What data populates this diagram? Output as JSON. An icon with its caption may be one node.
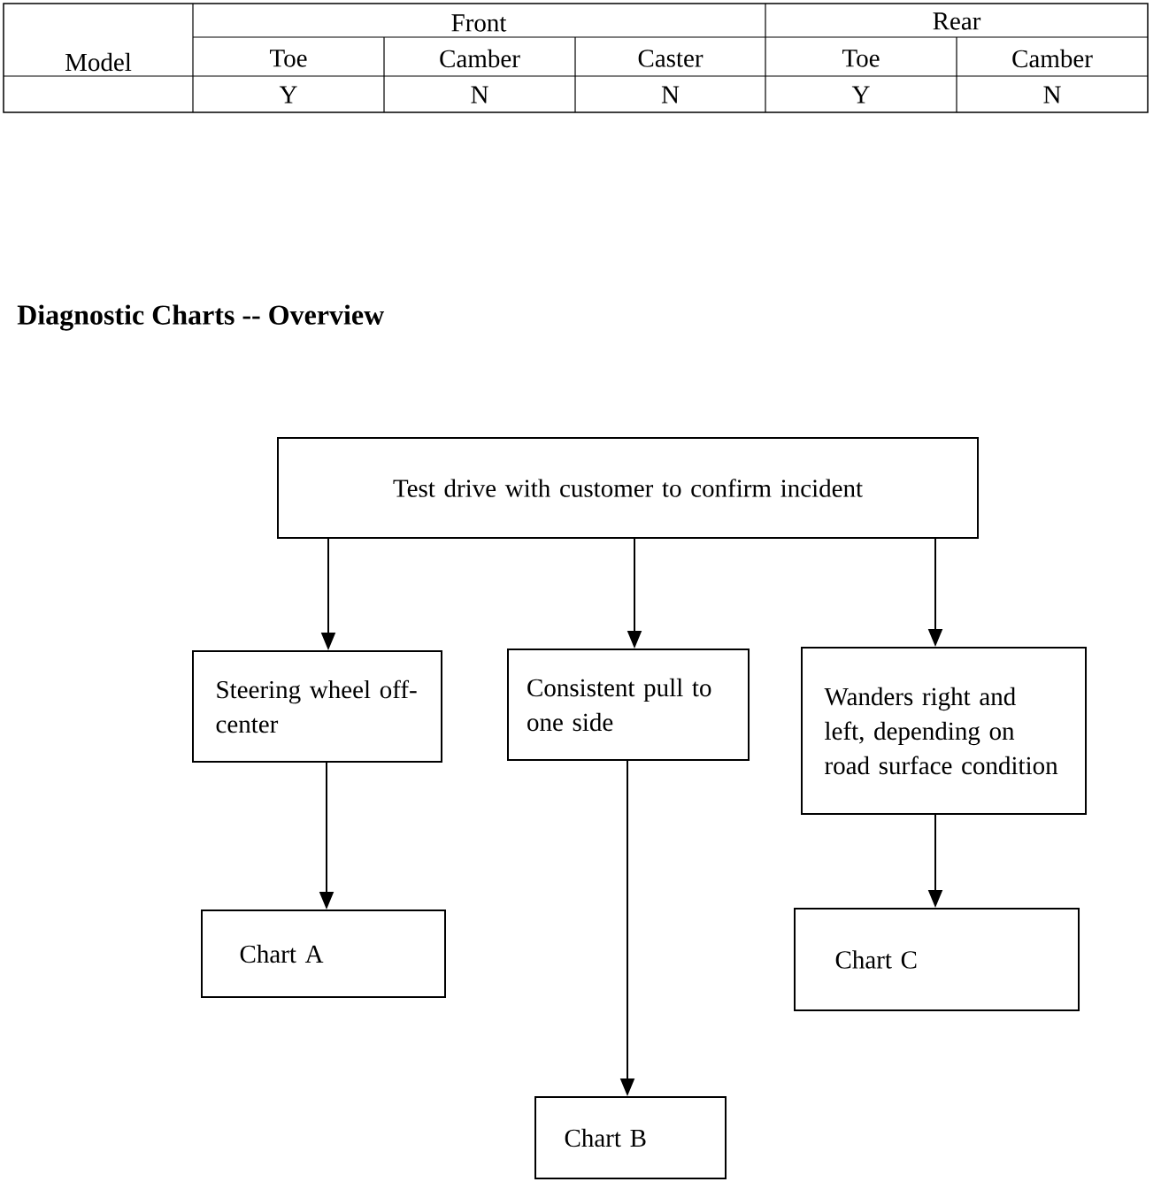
{
  "diagram": {
    "title": "Diagnostic Charts -- Overview",
    "nodes": [
      {
        "text": [
          "Test drive with customer to confirm incident"
        ]
      },
      {
        "text": [
          "Steering wheel off-center"
        ]
      },
      {
        "text": [
          "Consistent pull to one side"
        ]
      },
      {
        "text": [
          "Wanders right and left, depending on road surface condition"
        ]
      },
      {
        "text": [
          "Chart A"
        ]
      },
      {
        "text": [
          "Chart B"
        ]
      },
      {
        "text": [
          "Chart C"
        ]
      }
    ],
    "edges": [
      {
        "from": 0,
        "to": 1,
        "arrow": "to"
      },
      {
        "from": 0,
        "to": 2,
        "arrow": "to"
      },
      {
        "from": 0,
        "to": 3,
        "arrow": "to"
      },
      {
        "from": 1,
        "to": 4,
        "arrow": "to"
      },
      {
        "from": 2,
        "to": 5,
        "arrow": "to"
      },
      {
        "from": 3,
        "to": 6,
        "arrow": "to"
      }
    ],
    "labels": [
      "Front",
      "Rear",
      "Model",
      "Toe",
      "Camber",
      "Caster",
      "Toe",
      "Camber",
      "Y",
      "N",
      "N",
      "Y",
      "N"
    ]
  }
}
